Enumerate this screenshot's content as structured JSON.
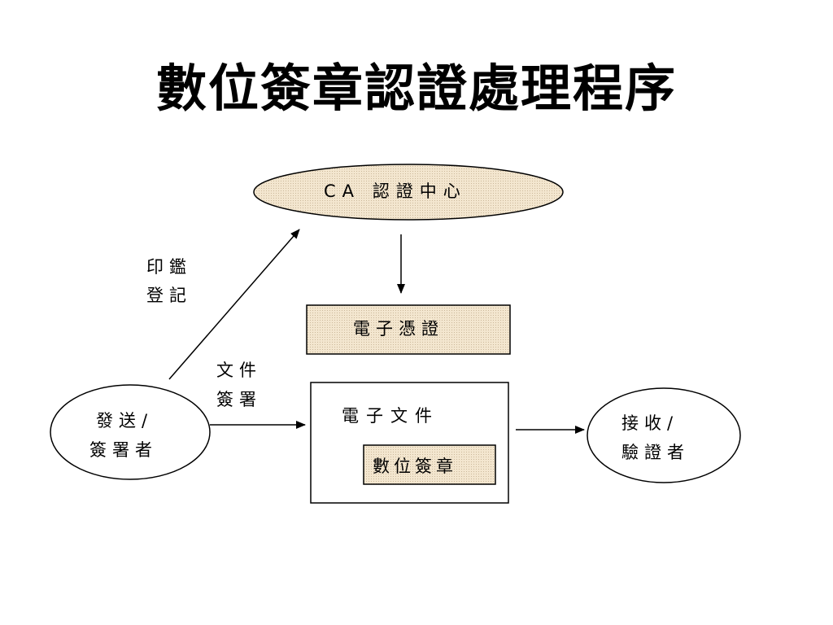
{
  "title": "數位簽章認證處理程序",
  "colors": {
    "fill": "#f2e4cc",
    "stroke": "#000000",
    "background": "#ffffff"
  },
  "nodes": {
    "ca": "CA 認證中心",
    "certificate": "電子憑證",
    "document": "電子文件",
    "signature": "數位簽章",
    "sender_line1": "發送/",
    "sender_line2": "簽署者",
    "receiver_line1": "接收/",
    "receiver_line2": "驗證者"
  },
  "edges": {
    "register_line1": "印鑑",
    "register_line2": "登記",
    "sign_line1": "文件",
    "sign_line2": "簽署"
  }
}
